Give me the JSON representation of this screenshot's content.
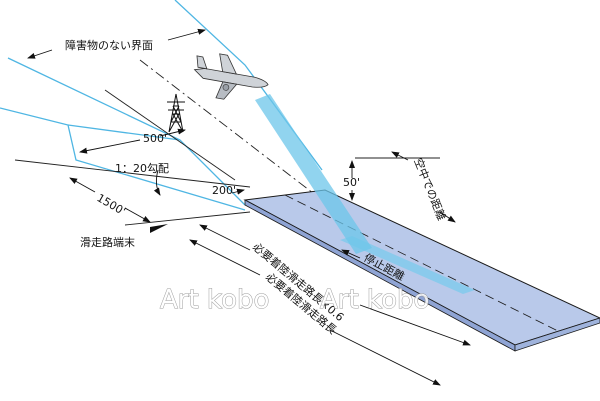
{
  "labels": {
    "obstacle_free_surface": "障害物のない界面",
    "dist_500": "500'",
    "slope": "1：20勾配",
    "dist_1500": "1500'",
    "dist_200": "200'",
    "dist_50": "50'",
    "air_distance": "空中での距離",
    "runway_end": "滑走路端末",
    "stop_distance": "停止距離",
    "landing_length_factor": "必要着陸滑走路長×0.6",
    "landing_length": "必要着陸滑走路長"
  },
  "watermark": {
    "left": "Art kobo",
    "right": "Art kobo"
  },
  "colors": {
    "surface_line": "#4fb6e3",
    "runway_fill": "#b9c9ea",
    "runway_edge": "#1a1a1a",
    "beam": "#6cc6ea"
  },
  "icons": {
    "aircraft": "airplane-icon",
    "tower": "transmission-tower-icon"
  }
}
